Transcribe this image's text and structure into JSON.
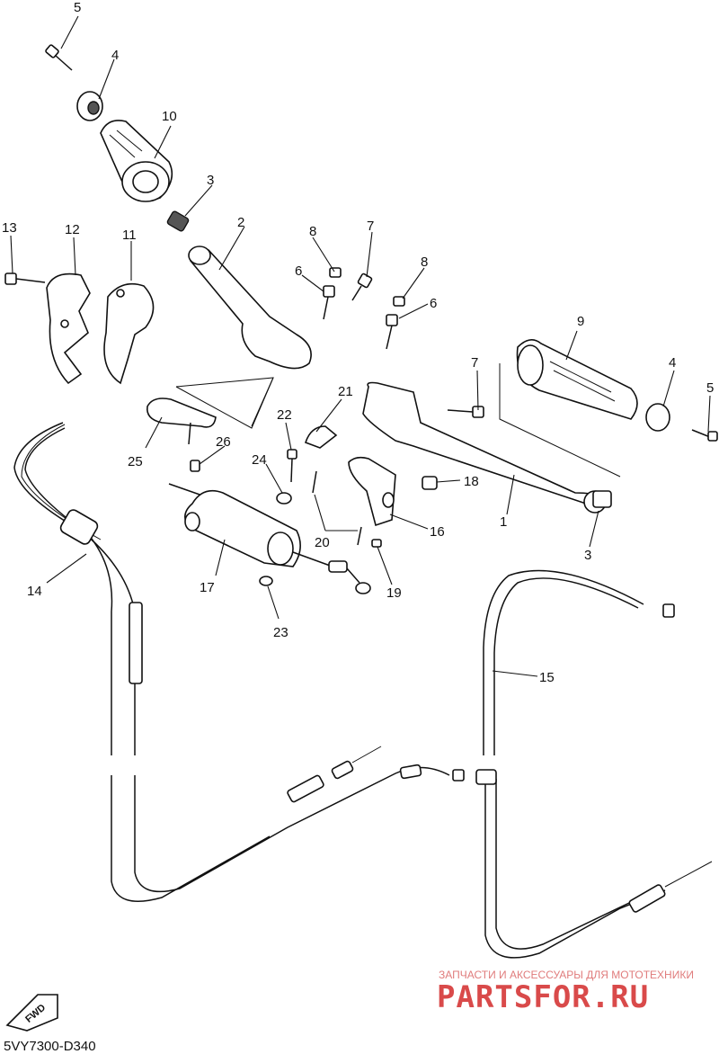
{
  "callouts": [
    "1",
    "2",
    "3",
    "3",
    "4",
    "4",
    "5",
    "5",
    "6",
    "6",
    "7",
    "7",
    "8",
    "8",
    "9",
    "10",
    "11",
    "12",
    "13",
    "14",
    "15",
    "16",
    "17",
    "18",
    "19",
    "20",
    "21",
    "22",
    "23",
    "24",
    "25",
    "26"
  ],
  "labels": {
    "c1": "1",
    "c2": "2",
    "c3a": "3",
    "c3b": "3",
    "c4a": "4",
    "c4b": "4",
    "c5a": "5",
    "c5b": "5",
    "c6a": "6",
    "c6b": "6",
    "c7a": "7",
    "c7b": "7",
    "c8a": "8",
    "c8b": "8",
    "c9": "9",
    "c10": "10",
    "c11": "11",
    "c12": "12",
    "c13": "13",
    "c14": "14",
    "c15": "15",
    "c16": "16",
    "c17": "17",
    "c18": "18",
    "c19": "19",
    "c20": "20",
    "c21": "21",
    "c22": "22",
    "c23": "23",
    "c24": "24",
    "c25": "25",
    "c26": "26"
  },
  "fwd_label": "FWD",
  "diagram_code": "5VY7300-D340",
  "watermark": {
    "tagline": "ЗАПЧАСТИ И АКСЕССУАРЫ ДЛЯ МОТОТЕХНИКИ",
    "brand": "PARTSFOR.RU"
  }
}
